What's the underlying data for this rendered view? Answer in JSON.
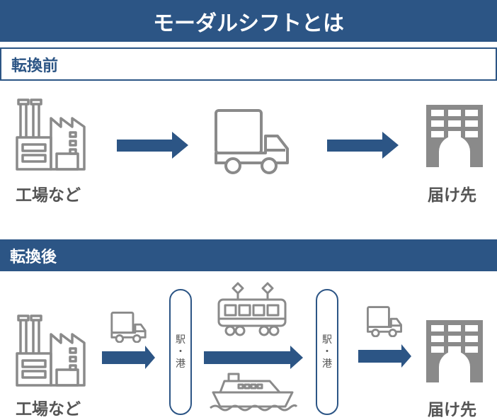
{
  "title": "モーダルシフトとは",
  "colors": {
    "accent": "#2c5585",
    "icon_gray": "#8a8a8a",
    "label_gray": "#555555"
  },
  "before": {
    "heading": "転換前",
    "flow": [
      {
        "icon": "factory-icon",
        "label": "工場など"
      },
      {
        "icon": "arrow-right-icon"
      },
      {
        "icon": "truck-icon"
      },
      {
        "icon": "arrow-right-icon"
      },
      {
        "icon": "building-icon",
        "label": "届け先"
      }
    ]
  },
  "after": {
    "heading": "転換後",
    "flow": [
      {
        "icon": "factory-icon",
        "label": "工場など"
      },
      {
        "icon": "truck-icon",
        "connector": "arrow-right-icon"
      },
      {
        "node": "station-port",
        "label_top": "駅",
        "label_mid": "・",
        "label_bottom": "港"
      },
      {
        "icons": [
          "train-icon",
          "ship-icon"
        ],
        "connector": "arrow-right-icon"
      },
      {
        "node": "station-port",
        "label_top": "駅",
        "label_mid": "・",
        "label_bottom": "港"
      },
      {
        "icon": "truck-icon",
        "connector": "arrow-right-icon"
      },
      {
        "icon": "building-icon",
        "label": "届け先"
      }
    ]
  }
}
